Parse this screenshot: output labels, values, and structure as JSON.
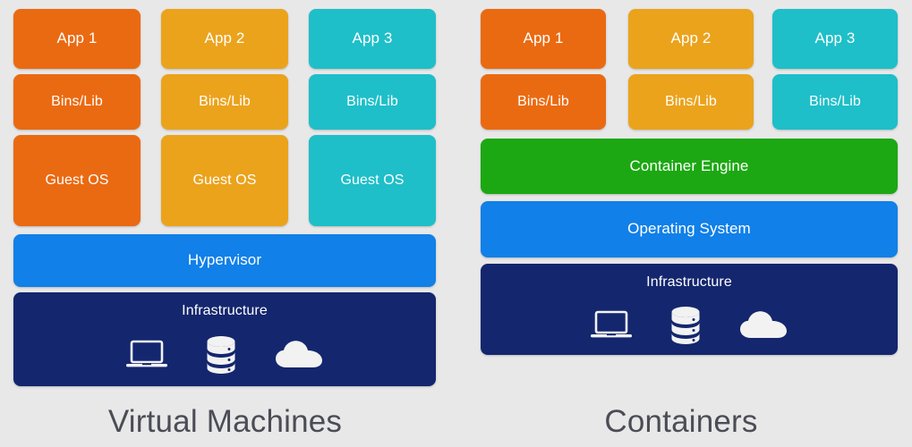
{
  "background_color": "#e8e8e8",
  "colors": {
    "orange": "#ea6a12",
    "amber": "#eba31c",
    "teal": "#1ebfc9",
    "blue": "#1180e8",
    "navy": "#14266e",
    "green": "#1ca812",
    "title_text": "#4c4c56",
    "box_text": "#ffffff"
  },
  "panels": [
    {
      "id": "virtual-machines",
      "title": "Virtual Machines",
      "columns": [
        {
          "color": "#ea6a12",
          "app": "App 1",
          "binlib": "Bins/Lib",
          "guestos": "Guest OS"
        },
        {
          "color": "#eba31c",
          "app": "App 2",
          "binlib": "Bins/Lib",
          "guestos": "Guest OS"
        },
        {
          "color": "#1ebfc9",
          "app": "App 3",
          "binlib": "Bins/Lib",
          "guestos": "Guest OS"
        }
      ],
      "layers": [
        {
          "label": "Hypervisor",
          "color": "#1180e8"
        },
        {
          "label": "Infrastructure",
          "color": "#14266e",
          "icons": [
            "laptop-icon",
            "database-icon",
            "cloud-icon"
          ]
        }
      ]
    },
    {
      "id": "containers",
      "title": "Containers",
      "columns": [
        {
          "color": "#ea6a12",
          "app": "App 1",
          "binlib": "Bins/Lib"
        },
        {
          "color": "#eba31c",
          "app": "App 2",
          "binlib": "Bins/Lib"
        },
        {
          "color": "#1ebfc9",
          "app": "App 3",
          "binlib": "Bins/Lib"
        }
      ],
      "layers": [
        {
          "label": "Container Engine",
          "color": "#1ca812"
        },
        {
          "label": "Operating System",
          "color": "#1180e8"
        },
        {
          "label": "Infrastructure",
          "color": "#14266e",
          "icons": [
            "laptop-icon",
            "database-icon",
            "cloud-icon"
          ]
        }
      ]
    }
  ]
}
